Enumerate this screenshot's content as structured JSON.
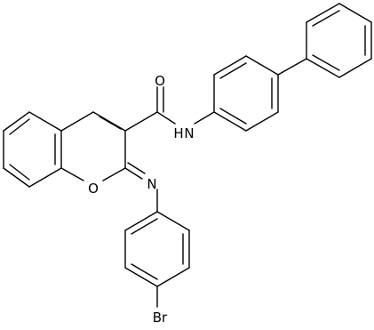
{
  "molecule": {
    "atom_labels": {
      "carbonyl_oxygen": "O",
      "amide_nitrogen": "N",
      "amide_hydrogen": "H",
      "ring_oxygen": "O",
      "imine_nitrogen": "N",
      "bromine": "Br"
    },
    "colors": {
      "bond": "#000000",
      "label": "#000000",
      "background": "#ffffff"
    }
  }
}
